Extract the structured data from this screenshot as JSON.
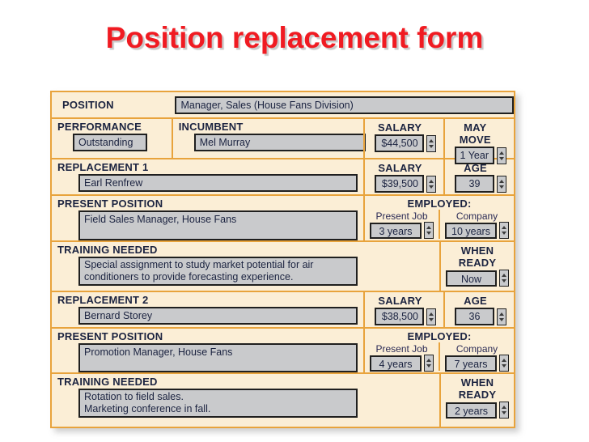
{
  "title": "Position replacement form",
  "labels": {
    "position": "POSITION",
    "performance": "PERFORMANCE",
    "incumbent": "INCUMBENT",
    "salary": "SALARY",
    "may_move": "MAY MOVE",
    "replacement1": "REPLACEMENT 1",
    "replacement2": "REPLACEMENT 2",
    "age": "AGE",
    "present_position": "PRESENT POSITION",
    "employed": "EMPLOYED:",
    "present_job": "Present Job",
    "company": "Company",
    "training_needed": "TRAINING NEEDED",
    "when_ready": "WHEN READY"
  },
  "position_value": "Manager, Sales (House Fans Division)",
  "incumbent": {
    "performance": "Outstanding",
    "name": "Mel Murray",
    "salary": "$44,500",
    "may_move": "1 Year"
  },
  "replacement1": {
    "name": "Earl Renfrew",
    "salary": "$39,500",
    "age": "39",
    "present_position": "Field Sales Manager, House Fans",
    "present_job": "3 years",
    "company": "10 years",
    "training": "Special assignment to study market potential for air conditioners to provide forecasting experience.",
    "when_ready": "Now"
  },
  "replacement2": {
    "name": "Bernard Storey",
    "salary": "$38,500",
    "age": "36",
    "present_position": "Promotion Manager, House Fans",
    "present_job": "4 years",
    "company": "7 years",
    "training": "Rotation to field sales.\nMarketing conference in fall.",
    "when_ready": "2 years"
  },
  "colors": {
    "title_red": "#f01b22",
    "panel_bg": "#fbeed6",
    "line_orange": "#e8a33c",
    "input_gray": "#c9cacc",
    "text_navy": "#1b2340"
  }
}
